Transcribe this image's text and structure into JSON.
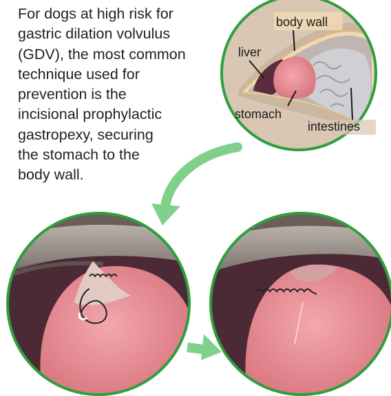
{
  "intro_lines": [
    "For dogs at high risk for",
    "gastric dilation volvulus",
    "(GDV), the most common",
    "technique used for",
    "prevention is the",
    "incisional prophylactic",
    "gastropexy, securing",
    "the stomach to the",
    "body wall."
  ],
  "labels": {
    "body_wall": "body wall",
    "liver": "liver",
    "stomach": "stomach",
    "intestines": "intestines"
  },
  "colors": {
    "ring": "#2f9e3d",
    "arrow": "#7fd08b",
    "stomach": "#e98f96",
    "liver": "#5a2c3c",
    "skin": "#d9c6b3",
    "body_wall": "#9a8f8a",
    "intestines": "#c9c9cc",
    "suture": "#222222"
  }
}
